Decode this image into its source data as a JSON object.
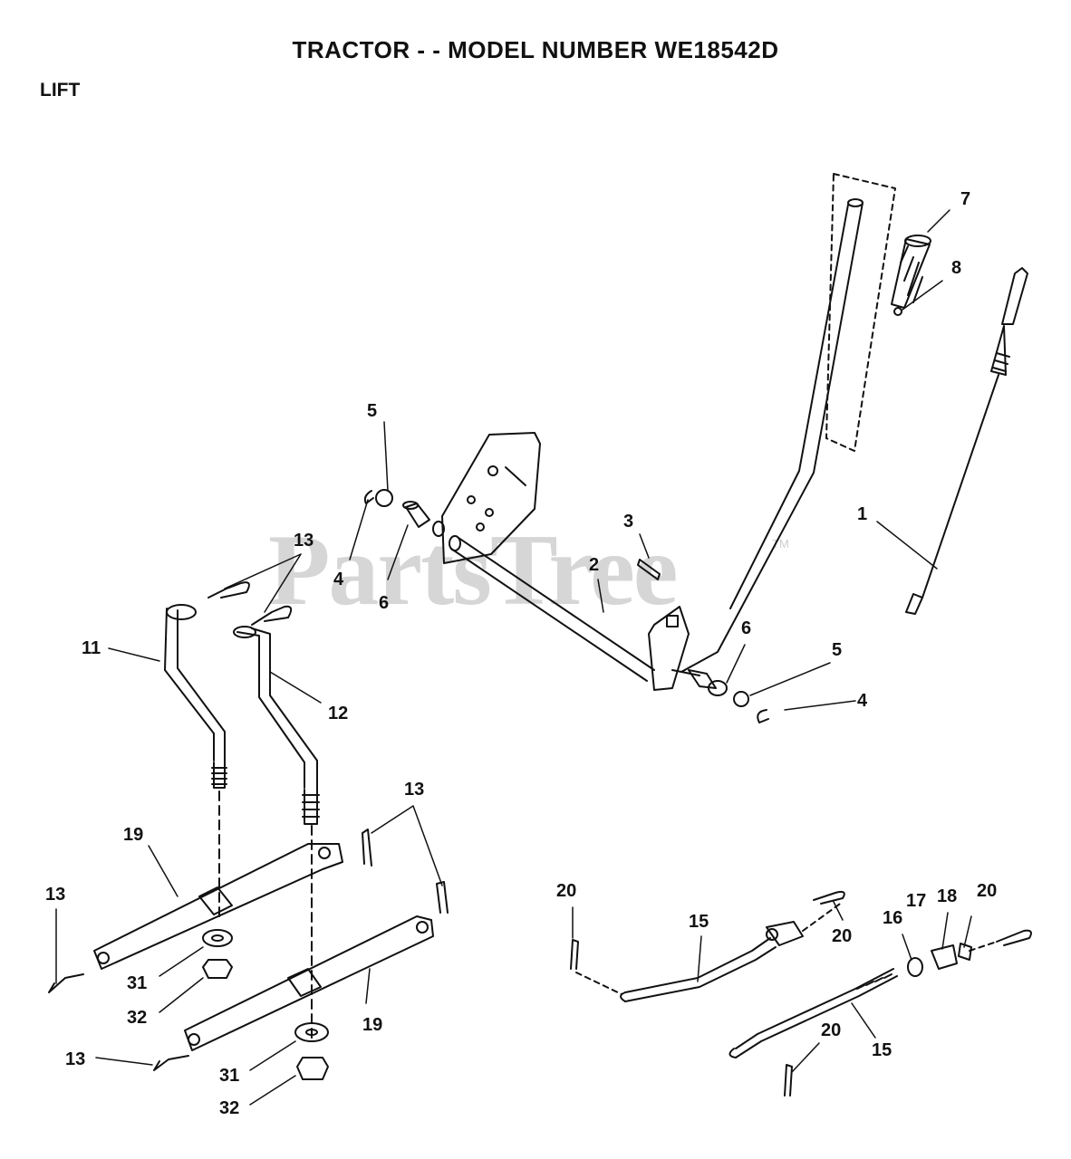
{
  "header": {
    "title": "TRACTOR - - MODEL NUMBER WE18542D",
    "section": "LIFT"
  },
  "watermark": {
    "text": "PartsTree",
    "mark": "TM"
  },
  "callouts": [
    {
      "id": "c7",
      "text": "7"
    },
    {
      "id": "c8",
      "text": "8"
    },
    {
      "id": "c5a",
      "text": "5"
    },
    {
      "id": "c3",
      "text": "3"
    },
    {
      "id": "c1",
      "text": "1"
    },
    {
      "id": "c13a",
      "text": "13"
    },
    {
      "id": "c4a",
      "text": "4"
    },
    {
      "id": "c2",
      "text": "2"
    },
    {
      "id": "c6a",
      "text": "6"
    },
    {
      "id": "c11",
      "text": "11"
    },
    {
      "id": "c12",
      "text": "12"
    },
    {
      "id": "c6b",
      "text": "6"
    },
    {
      "id": "c5b",
      "text": "5"
    },
    {
      "id": "c4b",
      "text": "4"
    },
    {
      "id": "c13b",
      "text": "13"
    },
    {
      "id": "c19a",
      "text": "19"
    },
    {
      "id": "c13c",
      "text": "13"
    },
    {
      "id": "c20a",
      "text": "20"
    },
    {
      "id": "c17",
      "text": "17"
    },
    {
      "id": "c18",
      "text": "18"
    },
    {
      "id": "c20b",
      "text": "20"
    },
    {
      "id": "c15a",
      "text": "15"
    },
    {
      "id": "c16",
      "text": "16"
    },
    {
      "id": "c20c",
      "text": "20"
    },
    {
      "id": "c31a",
      "text": "31"
    },
    {
      "id": "c32a",
      "text": "32"
    },
    {
      "id": "c19b",
      "text": "19"
    },
    {
      "id": "c20d",
      "text": "20"
    },
    {
      "id": "c15b",
      "text": "15"
    },
    {
      "id": "c13d",
      "text": "13"
    },
    {
      "id": "c31b",
      "text": "31"
    },
    {
      "id": "c32b",
      "text": "32"
    }
  ]
}
